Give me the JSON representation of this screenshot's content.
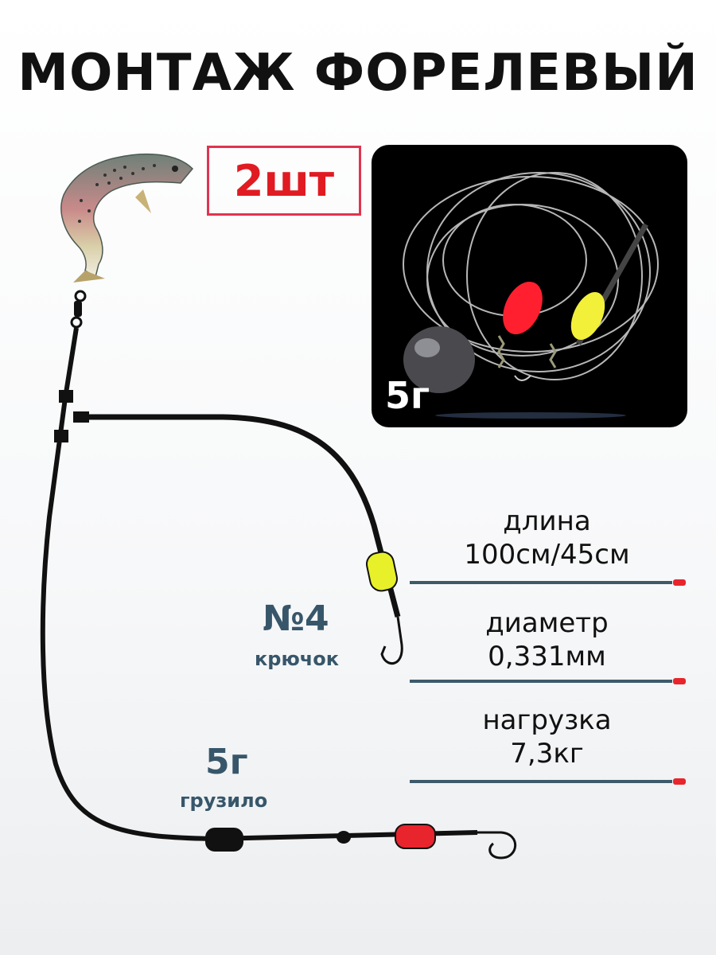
{
  "title": "МОНТАЖ ФОРЕЛЕВЫЙ",
  "quantity": "2шт",
  "photo": {
    "weight_label": "5г"
  },
  "specs": [
    {
      "label": "длина",
      "value": "100см/45см"
    },
    {
      "label": "диаметр",
      "value": "0,331мм"
    },
    {
      "label": "нагрузка",
      "value": "7,3кг"
    }
  ],
  "hook": {
    "size": "№4",
    "label": "крючок"
  },
  "sinker": {
    "weight": "5г",
    "label": "грузило"
  },
  "colors": {
    "title": "#111111",
    "quantity": "#e01b22",
    "accent_blue": "#37566a",
    "line_tip": "#e8242c",
    "float_red": "#e8242c",
    "float_yellow": "#e8f02a"
  },
  "icons": [
    "trout-icon",
    "swivel-icon",
    "hook-icon",
    "sinker-icon",
    "float-icon"
  ]
}
